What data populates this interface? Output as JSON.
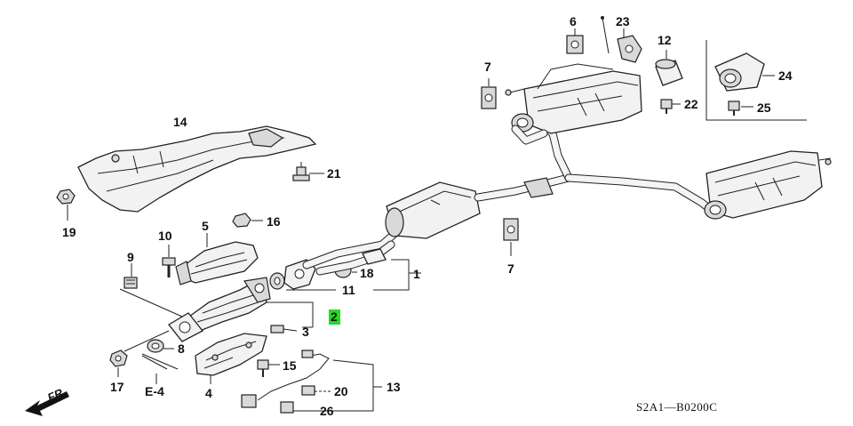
{
  "diagram": {
    "code": "S2A1—B0200C",
    "front_label": "FR.",
    "ref_label": "E-4",
    "highlight_color": "#22dd22",
    "callouts": {
      "c1": "1",
      "c2": "2",
      "c3": "3",
      "c4": "4",
      "c5": "5",
      "c6": "6",
      "c7a": "7",
      "c7b": "7",
      "c8": "8",
      "c9": "9",
      "c10": "10",
      "c11": "11",
      "c12": "12",
      "c13": "13",
      "c14": "14",
      "c15": "15",
      "c16": "16",
      "c17": "17",
      "c18": "18",
      "c19": "19",
      "c20": "20",
      "c21": "21",
      "c22": "22",
      "c23": "23",
      "c24": "24",
      "c25": "25",
      "c26": "26"
    }
  }
}
